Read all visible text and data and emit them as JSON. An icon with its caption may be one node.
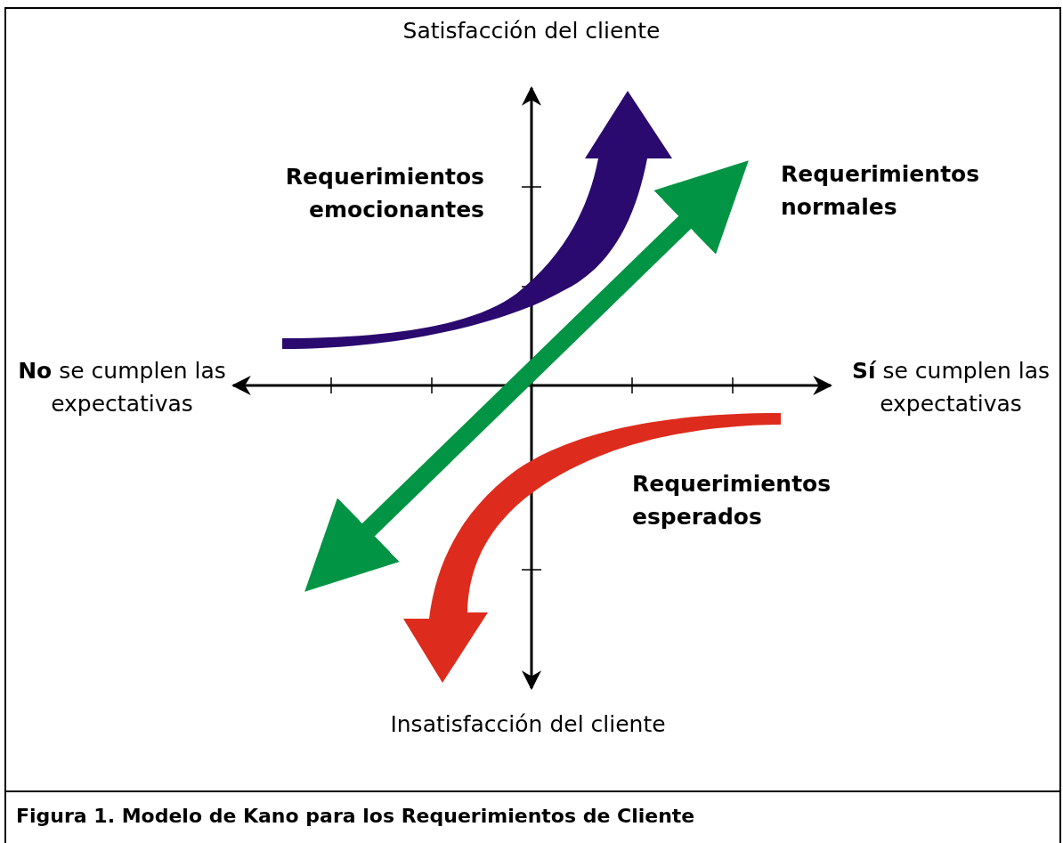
{
  "diagram": {
    "caption": "Figura 1. Modelo de Kano para los Requerimientos de Cliente",
    "labels": [
      "Satisfacción del cliente",
      "Requerimientos emocionantes",
      "Requerimientos normales",
      "**No** se cumplen las expectativas",
      "**Sí** se cumplen las expectativas",
      "Requerimientos esperados",
      "Insatisfacción del cliente"
    ]
  }
}
